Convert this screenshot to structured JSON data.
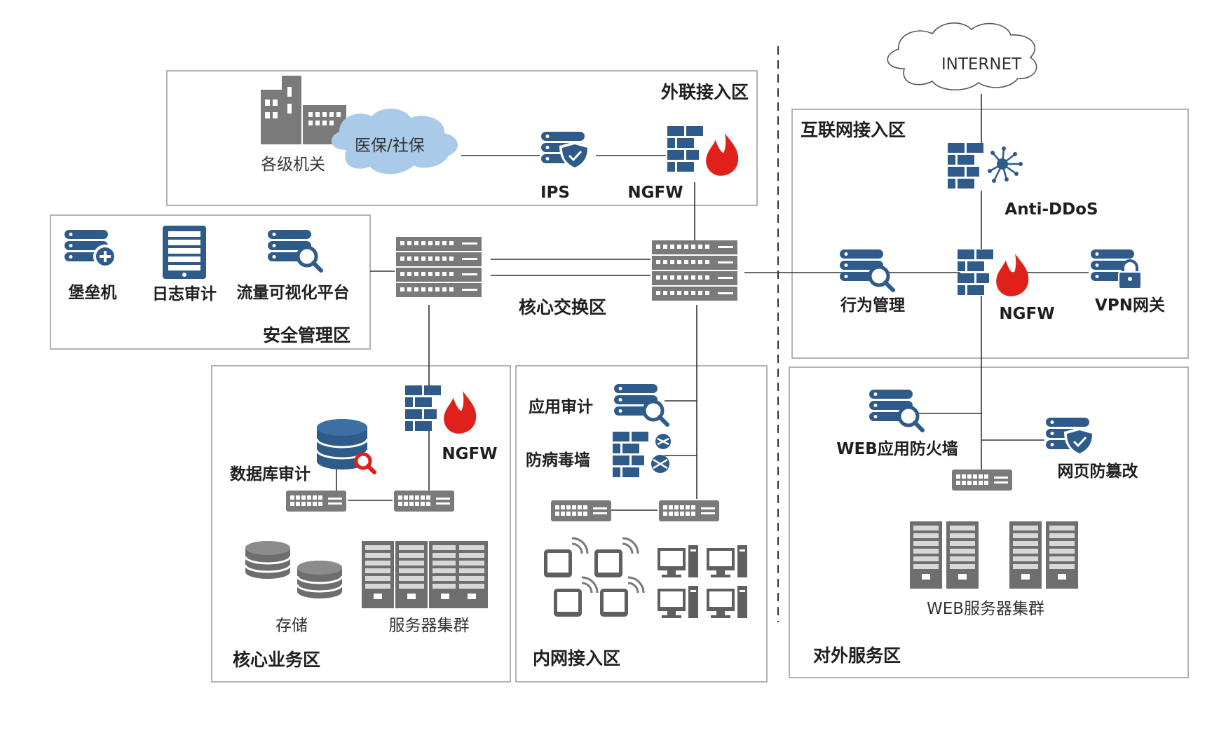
{
  "zones": {
    "external_access": "外联接入区",
    "internet_access": "互联网接入区",
    "security_mgmt": "安全管理区",
    "core_switch": "核心交换区",
    "core_business": "核心业务区",
    "intranet_access": "内网接入区",
    "external_service": "对外服务区"
  },
  "labels": {
    "internet": "INTERNET",
    "gov_agencies": "各级机关",
    "medical_social": "医保/社保",
    "ips": "IPS",
    "ngfw": "NGFW",
    "anti_ddos": "Anti-DDoS",
    "bastion": "堡垒机",
    "log_audit": "日志审计",
    "traffic_vis": "流量可视化平台",
    "behavior_mgmt": "行为管理",
    "vpn_gateway": "VPN网关",
    "db_audit": "数据库审计",
    "storage": "存储",
    "server_cluster": "服务器集群",
    "app_audit": "应用审计",
    "antivirus_wall": "防病毒墙",
    "waf": "WEB应用防火墙",
    "web_tamper": "网页防篡改",
    "web_cluster": "WEB服务器集群"
  },
  "colors": {
    "device_blue": "#2e5b8a",
    "firewall_red": "#e0211b",
    "cloud_blue": "#a9cbe9",
    "hardware_gray": "#7a7a7a",
    "zone_border": "#9a9a9a"
  },
  "icons": [
    "building-icon",
    "cloud-icon",
    "shield-server-icon",
    "firewall-icon",
    "ddos-icon",
    "server-plus-icon",
    "log-device-icon",
    "search-server-icon",
    "lock-server-icon",
    "database-search-icon",
    "switch-icon",
    "core-switch-icon",
    "storage-icon",
    "server-rack-icon",
    "virus-wall-icon",
    "tablet-icon",
    "desktop-icon"
  ]
}
